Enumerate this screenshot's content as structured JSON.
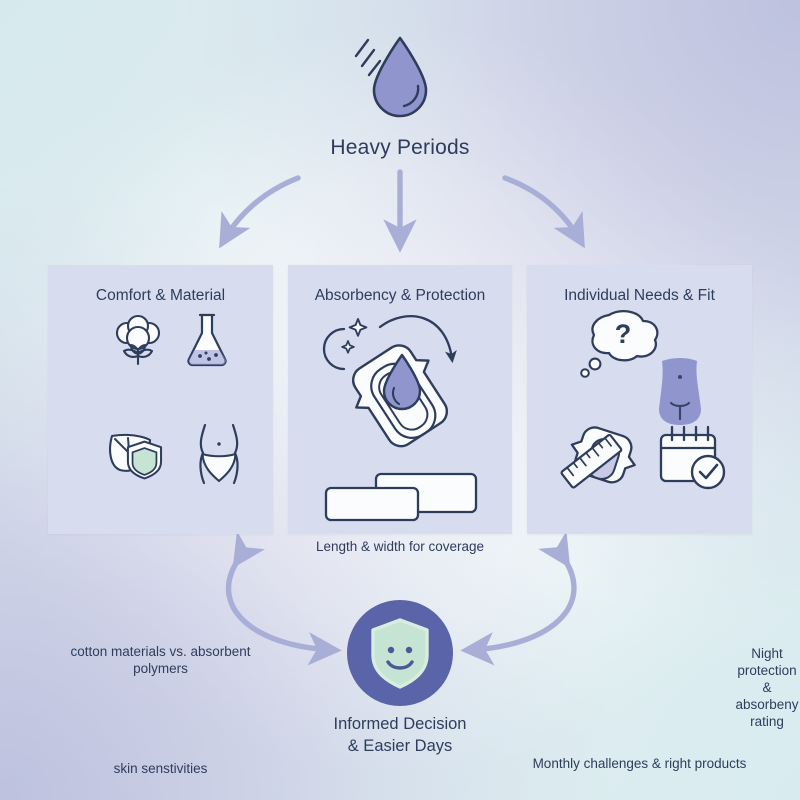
{
  "colors": {
    "ink": "#2e3d5c",
    "periwinkle": "#9096cd",
    "panel_bg": "#d7dcee",
    "badge_circle": "#5a64a8",
    "shield_green": "#c6e4d4",
    "arrow": "#a8aed6",
    "bg_cyan": "#dceaee",
    "bg_lavender": "#babfdd"
  },
  "header": {
    "icon": "water-drop-icon",
    "title": "Heavy Periods"
  },
  "flow_arrows": [
    {
      "name": "arrow-to-comfort",
      "direction": "down-left"
    },
    {
      "name": "arrow-to-absorbency",
      "direction": "down"
    },
    {
      "name": "arrow-to-individual",
      "direction": "down-right"
    },
    {
      "name": "arrow-comfort-outcome",
      "direction": "double-curve-left"
    },
    {
      "name": "arrow-individual-outcome",
      "direction": "double-curve-right"
    }
  ],
  "panels": [
    {
      "id": "comfort",
      "title": "Comfort & Material",
      "groups": [
        {
          "icons": [
            "cotton-boll-icon",
            "chemistry-flask-icon"
          ],
          "caption": "cotton materials vs. absorbent polymers"
        },
        {
          "icons": [
            "leaf-shield-icon",
            "body-underwear-icon"
          ],
          "caption": "skin senstivities"
        }
      ]
    },
    {
      "id": "absorbency",
      "title": "Absorbency & Protection",
      "groups": [
        {
          "icons": [
            "moon-stars-icon",
            "pad-with-drop-icon",
            "curved-arrow-icon"
          ],
          "caption": "Night protection & absorbeny rating"
        },
        {
          "icons": [
            "pad-size-blocks-icon"
          ],
          "caption": "Length & width for coverage"
        }
      ]
    },
    {
      "id": "individual",
      "title": "Individual Needs & Fit",
      "groups": [
        {
          "icons": [
            "thought-bubble-question-icon",
            "torso-icon"
          ],
          "caption": ""
        },
        {
          "icons": [
            "ruler-pad-icon",
            "calendar-check-icon"
          ],
          "caption": "Monthly challenges & right products"
        }
      ]
    }
  ],
  "outcome": {
    "icon": "shield-smile-icon",
    "title": "Informed Decision & Easier Days",
    "title_line1": "Informed Decision",
    "title_line2": "& Easier Days"
  }
}
